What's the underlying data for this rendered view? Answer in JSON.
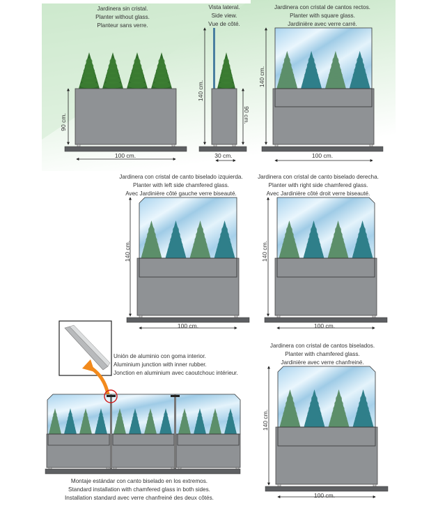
{
  "colors": {
    "accent_green": "#cfe8cf",
    "planter_gray": "#8f9295",
    "base_gray": "#5e6063",
    "tree_green": "#2f6b2a",
    "glass_blue": "#b9dcef",
    "arrow_orange": "#f28a1c",
    "highlight_red": "#d02020"
  },
  "panels": {
    "no_glass": {
      "caption": [
        "Jardinera sin cristal.",
        "Planter without glass.",
        "Planteur sans verre."
      ],
      "height_label": "90 cm.",
      "width_label": "100 cm."
    },
    "side_view": {
      "caption": [
        "Vista lateral.",
        "Side view.",
        "Vue de côté."
      ],
      "total_height_label": "140 cm.",
      "height_label": "90 cm.",
      "width_label": "30 cm."
    },
    "square_glass": {
      "caption": [
        "Jardinera con cristal de cantos rectos.",
        "Planter with square glass.",
        "Jardinière avec verre carré."
      ],
      "height_label": "140 cm.",
      "width_label": "100 cm."
    },
    "left_chamfer": {
      "caption": [
        "Jardinera con cristal de canto biselado izquierda.",
        "Planter with left side chamfered glass.",
        "Avec Jardinière côté gauche verre biseauté."
      ],
      "height_label": "140 cm.",
      "width_label": "100 cm."
    },
    "right_chamfer": {
      "caption": [
        "Jardinera con cristal de canto biselado derecha.",
        "Planter with right side chamfered glass.",
        "Avec Jardinière côté droit verre biseauté."
      ],
      "height_label": "140 cm.",
      "width_label": "100 cm."
    },
    "both_chamfer": {
      "caption": [
        "Jardinera con cristal de cantos biselados.",
        "Planter with chamfered glass.",
        "Jardinière avec verre chanfreiné."
      ],
      "height_label": "140 cm.",
      "width_label": "100 cm."
    },
    "junction": {
      "caption": [
        "Unión de aluminio con goma interior.",
        "Aluminium junction with inner rubber.",
        "Jonction en aluminium avec caoutchouc intérieur."
      ]
    },
    "installation": {
      "caption": [
        "Montaje estándar con canto biselado en los extremos.",
        "Standard installation with chamfered glass in both sides.",
        "Installation standard avec verre chanfreiné des deux côtés."
      ]
    }
  }
}
